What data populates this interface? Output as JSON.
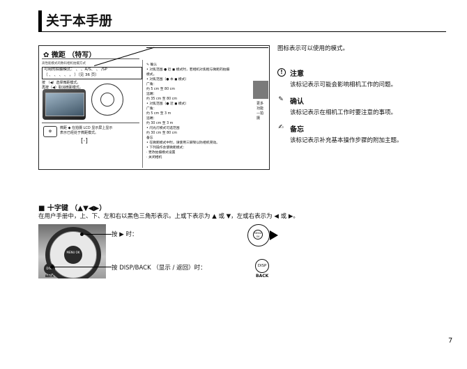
{
  "header": {
    "title": "关于本手册"
  },
  "manual_page": {
    "heading": "微距 （特写）",
    "top_small_line": "高性能模式的数码相机拍摄方式",
    "modes_line1": "可用的拍摄模式：  、  、A/S、  、  /SP",
    "modes_line2": "（  、  、  、  、  ，  ）（见 36 页）",
    "steps": [
      "按 （◀）选择微距模式。",
      "再按（◀）取消微距模式。"
    ],
    "side_icon_label": "微距 ◆",
    "side_text": [
      "微距 ◆  在拍摄 LCD 显示屏上显示",
      "表示已经处于微距模式。"
    ],
    "memo_heading": "确认",
    "right_col_lines": [
      "• 对焦范围 ● 近 ◼ 模式时，若相机对焦框与微距的拍摄",
      "  模式。",
      "• 对焦范围（● 本 ◼ 模式）",
      "  广角：",
      "  约 5 cm 至 80 cm",
      "  远端：",
      "  约 35 cm 至 80 cm",
      "• 对焦范围（● 近 ◼ 模式）",
      "  广角：",
      "  约 5 cm 至 3 m",
      "  远端：",
      "  约 30 cm 至 3 m",
      "• 闪光灯模式可选范围",
      "  约 30 cm 至 80 cm",
      "",
      "备忘",
      "• 在微距模式中时，请使用三脚架以防相机晃动。",
      "• 下列操作会使微距模式：",
      "  · 更改拍摄模式设置",
      "  · 关闭相机"
    ],
    "tab_label": "更多功能—拍摄"
  },
  "legend": {
    "intro": "图标表示可以使用的模式。",
    "items": [
      {
        "icon": "!",
        "title": "注意",
        "desc": "该标记表示可能会影响相机工作的问题。"
      },
      {
        "icon": "✎",
        "title": "确认",
        "desc": "该标记表示在相机工作时要注意的事项。"
      },
      {
        "icon": "✍",
        "title": "备忘",
        "desc": "该标记表示补充基本操作步骤的附加主题。"
      }
    ]
  },
  "cross_key": {
    "heading": "■ 十字键 （▲▼◀▶）",
    "description": "在用户手册中，上、下、左和右以黑色三角形表示。上或下表示为 ▲ 或 ▼，左或右表示为 ◀ 或 ▶。",
    "press_right_label": "按 ▶ 时：",
    "press_disp_label": "按 DISP/BACK （显示 / 返回）时：",
    "menu_ok_label": "MENU OK",
    "disp_label": "DISP",
    "back_label": "BACK"
  },
  "page_number": "7"
}
